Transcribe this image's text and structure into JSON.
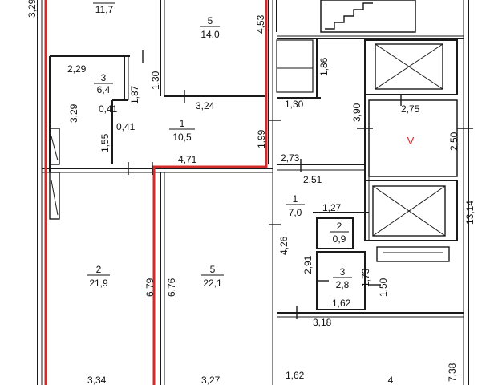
{
  "rooms": [
    {
      "id": "r-top-left",
      "num": "",
      "area": "11,7"
    },
    {
      "id": "r5-top",
      "num": "5",
      "area": "14,0"
    },
    {
      "id": "r3-left",
      "num": "3",
      "area": "6,4"
    },
    {
      "id": "r1-hall",
      "num": "1",
      "area": "10,5"
    },
    {
      "id": "r2-left",
      "num": "2",
      "area": "21,9"
    },
    {
      "id": "r5-mid",
      "num": "5",
      "area": "22,1"
    },
    {
      "id": "r1-right",
      "num": "1",
      "area": "7,0"
    },
    {
      "id": "r2-small",
      "num": "2",
      "area": "0,9"
    },
    {
      "id": "r3-small",
      "num": "3",
      "area": "2,8"
    },
    {
      "id": "r4-bottom",
      "num": "4",
      "area": ""
    }
  ],
  "dimensions": [
    "3,29",
    "4,53",
    "1,86",
    "2,29",
    "1,30",
    "1,87",
    "3,24",
    "3,29",
    "0,41",
    "0,41",
    "1,55",
    "1,30",
    "3,90",
    "2,75",
    "1,99",
    "2,50",
    "2,73",
    "4,71",
    "2,51",
    "13,14",
    "1,27",
    "4,26",
    "2,91",
    "1,73",
    "6,79",
    "6,76",
    "1,50",
    "1,62",
    "3,18",
    "3,34",
    "3,27",
    "1,62",
    "7,38"
  ],
  "marker": "V",
  "colors": {
    "highlight": "#d42a2a",
    "walls": "#1a1a1a"
  }
}
